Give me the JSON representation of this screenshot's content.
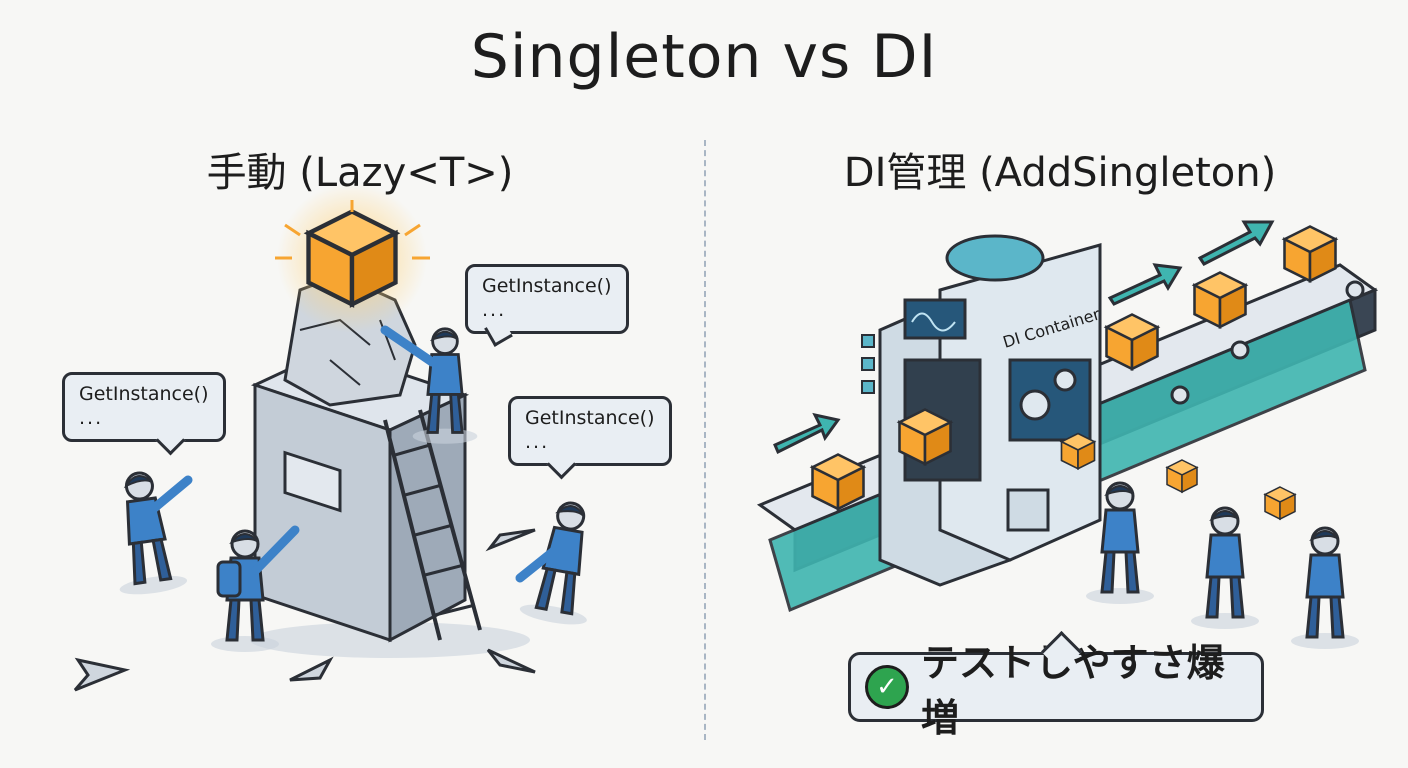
{
  "title": "Singleton vs DI",
  "left": {
    "heading": "手動 (Lazy<T>)",
    "bubbles": [
      {
        "call": "GetInstance()",
        "dots": "..."
      },
      {
        "call": "GetInstance()",
        "dots": "..."
      },
      {
        "call": "GetInstance()",
        "dots": "..."
      }
    ]
  },
  "right": {
    "heading": "DI管理 (AddSingleton)",
    "machine_label": "DI Container",
    "badge_text": "テストしやすさ爆増",
    "badge_icon": "check-icon"
  },
  "colors": {
    "cube": "#f7a531",
    "cube_dark": "#e08a17",
    "person": "#3d82c8",
    "machine": "#cfdbe4",
    "conveyor": "#3fb5b0",
    "check": "#2ea44f"
  }
}
